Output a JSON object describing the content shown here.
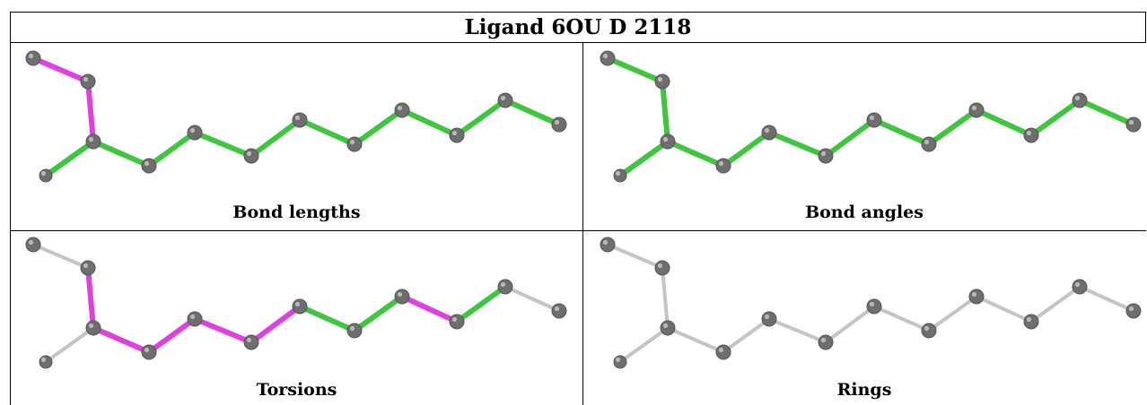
{
  "title": "Ligand 6OU D 2118",
  "colors": {
    "pink": "#e040e0",
    "green": "#3ec63e",
    "gray": "#c4c4c4",
    "atom": "#6e6e6e"
  },
  "panels": [
    {
      "id": "bond-lengths",
      "caption": "Bond lengths",
      "bond_colors": [
        "pink",
        "pink",
        "green",
        "green",
        "green",
        "green",
        "green",
        "green",
        "green",
        "green",
        "green",
        "green"
      ]
    },
    {
      "id": "bond-angles",
      "caption": "Bond angles",
      "bond_colors": [
        "green",
        "green",
        "green",
        "green",
        "green",
        "green",
        "green",
        "green",
        "green",
        "green",
        "green",
        "green"
      ]
    },
    {
      "id": "torsions",
      "caption": "Torsions",
      "bond_colors": [
        "gray",
        "pink",
        "gray",
        "pink",
        "pink",
        "pink",
        "pink",
        "green",
        "green",
        "pink",
        "green",
        "gray"
      ]
    },
    {
      "id": "rings",
      "caption": "Rings",
      "bond_colors": [
        "gray",
        "gray",
        "gray",
        "gray",
        "gray",
        "gray",
        "gray",
        "gray",
        "gray",
        "gray",
        "gray",
        "gray"
      ]
    }
  ]
}
